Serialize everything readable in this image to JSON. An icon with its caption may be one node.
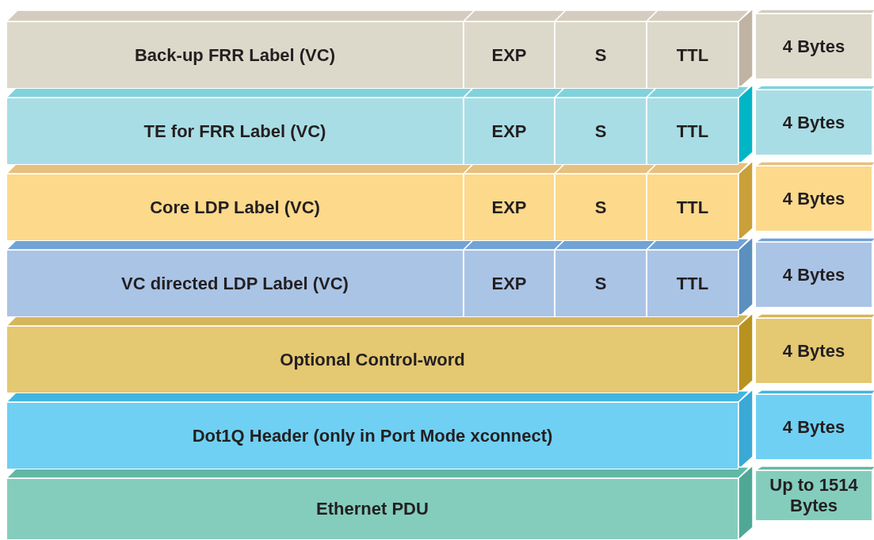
{
  "diagram": {
    "nodes": [
      {
        "text": [
          "Back-up FRR Label (VC)"
        ]
      },
      {
        "text": [
          "EXP"
        ]
      },
      {
        "text": [
          "S"
        ]
      },
      {
        "text": [
          "TTL"
        ]
      },
      {
        "text": [
          "4 Bytes"
        ]
      },
      {
        "text": [
          "TE for FRR Label (VC)"
        ]
      },
      {
        "text": [
          "EXP"
        ]
      },
      {
        "text": [
          "S"
        ]
      },
      {
        "text": [
          "TTL"
        ]
      },
      {
        "text": [
          "4 Bytes"
        ]
      },
      {
        "text": [
          "Core LDP Label (VC)"
        ]
      },
      {
        "text": [
          "EXP"
        ]
      },
      {
        "text": [
          "S"
        ]
      },
      {
        "text": [
          "TTL"
        ]
      },
      {
        "text": [
          "4 Bytes"
        ]
      },
      {
        "text": [
          "VC directed LDP Label (VC)"
        ]
      },
      {
        "text": [
          "EXP"
        ]
      },
      {
        "text": [
          "S"
        ]
      },
      {
        "text": [
          "TTL"
        ]
      },
      {
        "text": [
          "4 Bytes"
        ]
      },
      {
        "text": [
          "Optional Control-word"
        ]
      },
      {
        "text": [
          "4 Bytes"
        ]
      },
      {
        "text": [
          "Dot1Q Header (only in Port Mode xconnect)"
        ]
      },
      {
        "text": [
          "4 Bytes"
        ]
      },
      {
        "text": [
          "Ethernet PDU"
        ]
      },
      {
        "text": [
          "Up to 1514 Bytes"
        ]
      }
    ]
  }
}
